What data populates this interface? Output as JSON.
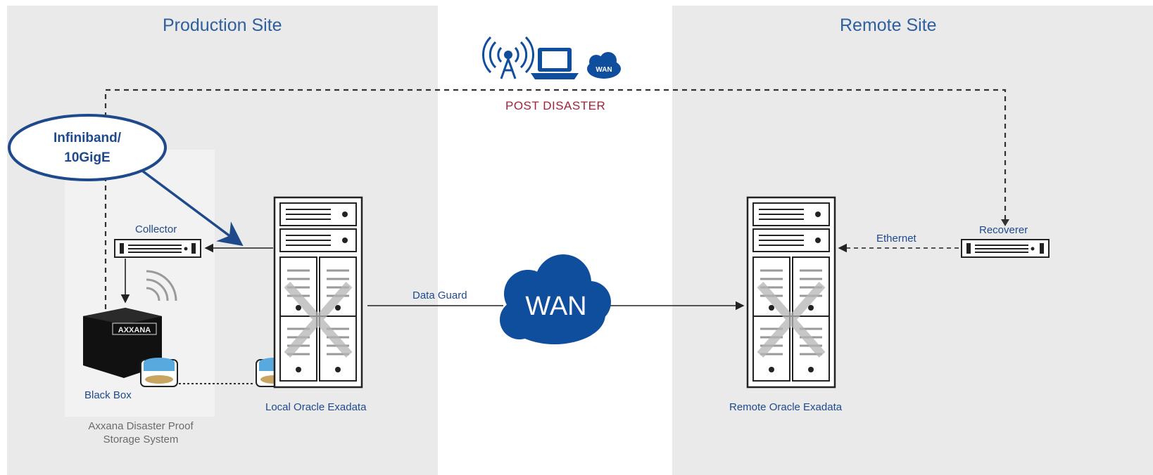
{
  "sites": {
    "production": "Production Site",
    "remote": "Remote Site"
  },
  "post_disaster": "POST DISASTER",
  "callout": {
    "line1": "Infiniband/",
    "line2": "10GigE"
  },
  "labels": {
    "collector": "Collector",
    "black_box": "Black Box",
    "axxana_line1": "Axxana Disaster Proof",
    "axxana_line2": "Storage System",
    "local_exadata": "Local Oracle Exadata",
    "remote_exadata": "Remote Oracle Exadata",
    "data_guard": "Data Guard",
    "ethernet": "Ethernet",
    "recoverer": "Recoverer",
    "wan_cloud": "WAN",
    "wan_small": "WAN",
    "box_logo": "AXXANA"
  },
  "colors": {
    "panel": "#eaeaea",
    "navy": "#1e4a8c",
    "cloud": "#0f4e9c",
    "post_disaster": "#a0243c"
  },
  "icons": [
    "antenna-icon",
    "laptop-icon",
    "wan-cloud-small-icon"
  ]
}
